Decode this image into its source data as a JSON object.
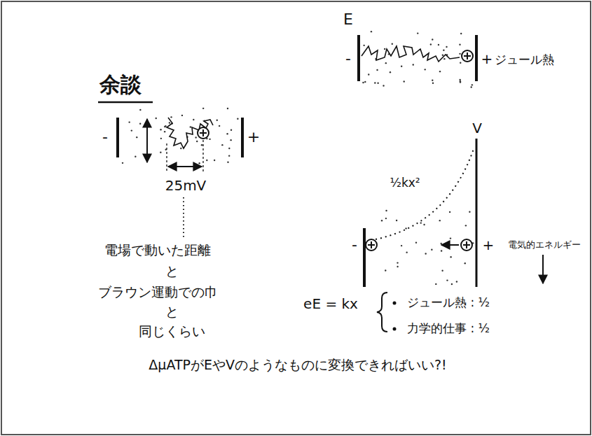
{
  "diagram": {
    "title": "余談",
    "labels": [
      "-",
      "+",
      "25mV",
      "電場で動いた距離",
      "と",
      "ブラウン運動での巾",
      "と",
      "同じくらい",
      "E",
      "-",
      "+",
      "ジュール熱",
      "V",
      "½kx²",
      "-",
      "+",
      "電気的エネルギー",
      "eE = kx",
      "ジュール熱 : ½",
      "力学的仕事 : ½",
      "ΔμATPがEやVのようなものに変換できればいい?!"
    ]
  }
}
